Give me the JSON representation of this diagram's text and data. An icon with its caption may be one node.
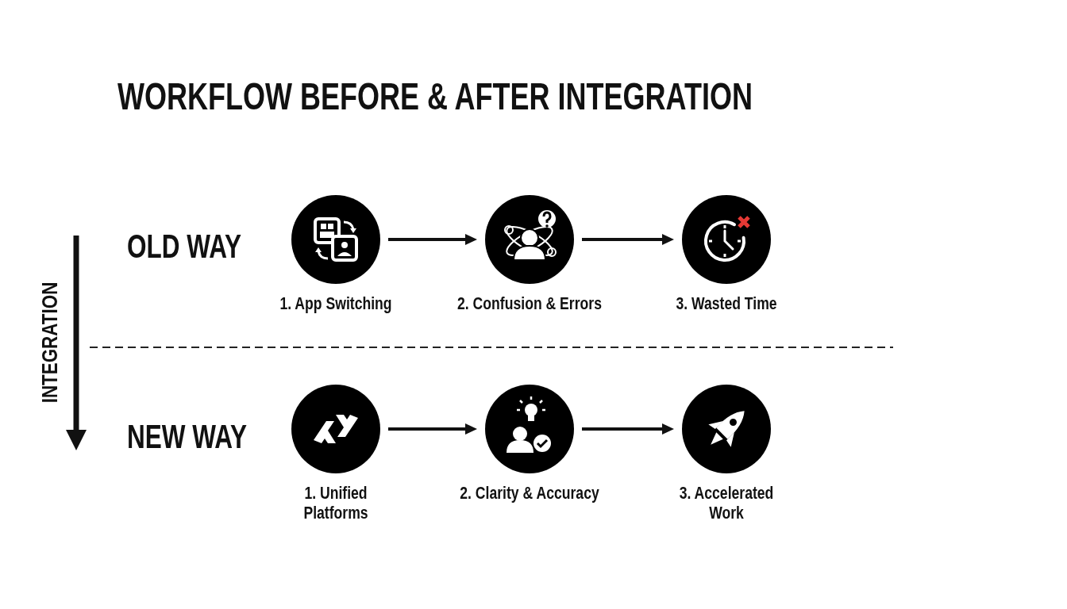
{
  "diagram": {
    "title": "WORKFLOW BEFORE & AFTER INTEGRATION",
    "nodes": [
      {
        "text": [
          "1. App Switching"
        ]
      },
      {
        "text": [
          "2. Confusion & Errors"
        ]
      },
      {
        "text": [
          "3. Wasted Time"
        ]
      },
      {
        "text": [
          "1. Unified Platforms"
        ]
      },
      {
        "text": [
          "2. Clarity & Accuracy"
        ]
      },
      {
        "text": [
          "3. Accelerated Work"
        ]
      }
    ],
    "edges": [
      {
        "from": 0,
        "to": 1,
        "arrow": "to"
      },
      {
        "from": 1,
        "to": 2,
        "arrow": "to"
      },
      {
        "from": 3,
        "to": 4,
        "arrow": "to"
      },
      {
        "from": 4,
        "to": 5,
        "arrow": "to"
      }
    ],
    "labels": [
      "OLD WAY",
      "INTEGRATION",
      "NEW WAY"
    ]
  }
}
